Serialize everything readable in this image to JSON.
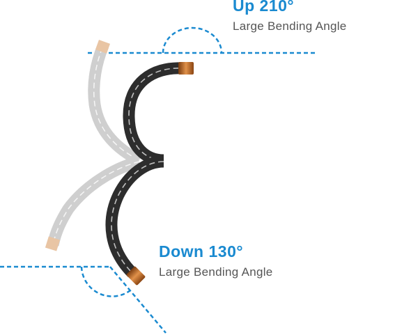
{
  "up": {
    "title": "Up 210°",
    "subtitle": "Large Bending Angle"
  },
  "down": {
    "title": "Down 130°",
    "subtitle": "Large Bending Angle"
  },
  "colors": {
    "accent": "#1a8ad0",
    "cable_dark": "#2b2b2b",
    "cable_ghost": "#c8c8c8",
    "tip_copper": "#b8641e",
    "subtitle_gray": "#555555"
  }
}
